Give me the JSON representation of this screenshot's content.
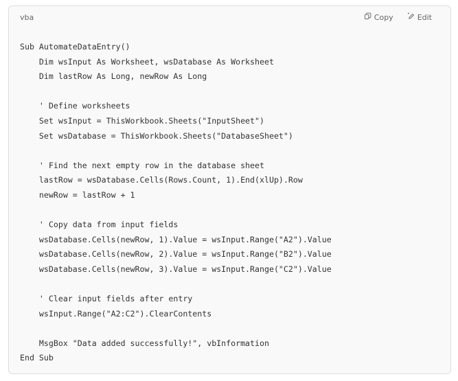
{
  "code_block": {
    "language": "vba",
    "actions": {
      "copy_label": "Copy",
      "edit_label": "Edit"
    },
    "lines": [
      "Sub AutomateDataEntry()",
      "    Dim wsInput As Worksheet, wsDatabase As Worksheet",
      "    Dim lastRow As Long, newRow As Long",
      "",
      "    ' Define worksheets",
      "    Set wsInput = ThisWorkbook.Sheets(\"InputSheet\")",
      "    Set wsDatabase = ThisWorkbook.Sheets(\"DatabaseSheet\")",
      "",
      "    ' Find the next empty row in the database sheet",
      "    lastRow = wsDatabase.Cells(Rows.Count, 1).End(xlUp).Row",
      "    newRow = lastRow + 1",
      "",
      "    ' Copy data from input fields",
      "    wsDatabase.Cells(newRow, 1).Value = wsInput.Range(\"A2\").Value",
      "    wsDatabase.Cells(newRow, 2).Value = wsInput.Range(\"B2\").Value",
      "    wsDatabase.Cells(newRow, 3).Value = wsInput.Range(\"C2\").Value",
      "",
      "    ' Clear input fields after entry",
      "    wsInput.Range(\"A2:C2\").ClearContents",
      "",
      "    MsgBox \"Data added successfully!\", vbInformation",
      "End Sub"
    ]
  }
}
